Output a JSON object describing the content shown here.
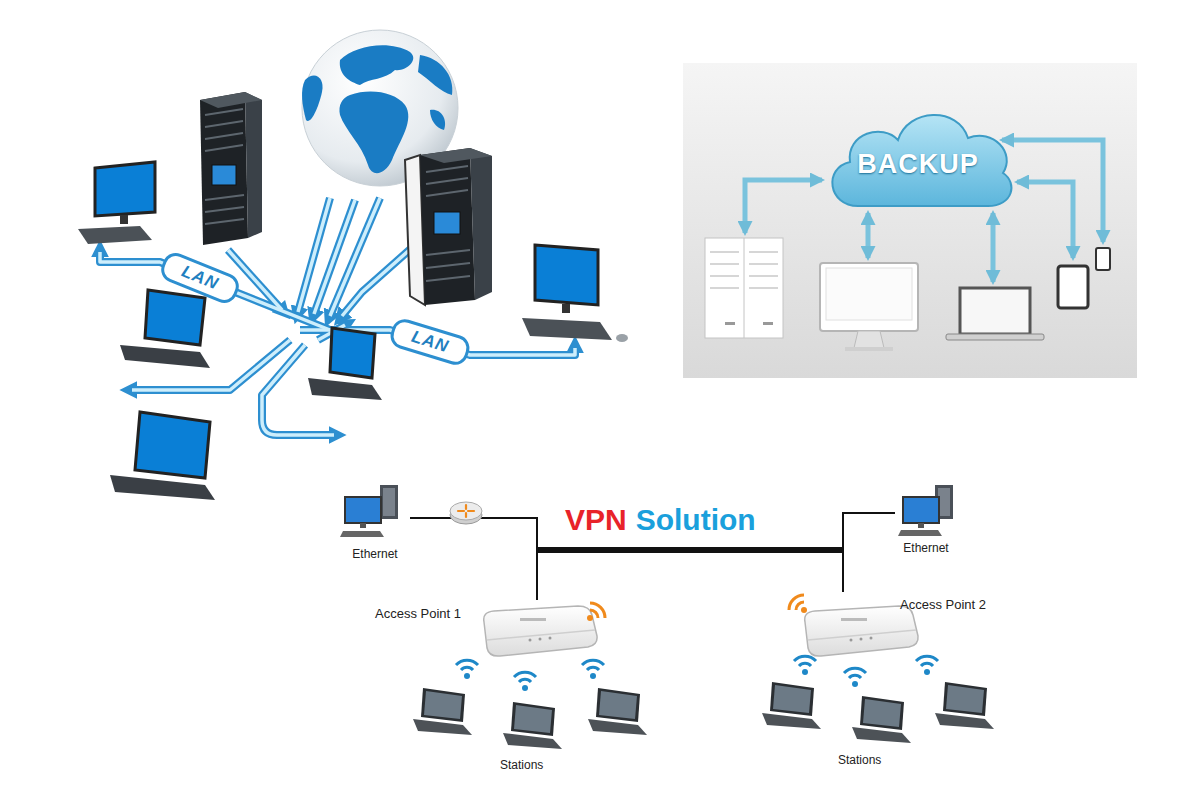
{
  "diagram": {
    "nodes": [
      {
        "text": [
          "LAN"
        ]
      },
      {
        "text": [
          "LAN"
        ]
      },
      {
        "text": [
          "BACKUP"
        ]
      },
      {
        "text": [
          "Ethernet"
        ]
      },
      {
        "text": [
          "Ethernet"
        ]
      },
      {
        "text": [
          "Access Point 1"
        ]
      },
      {
        "text": [
          "Access Point 2"
        ]
      }
    ],
    "edges": [
      {
        "from": 3,
        "to": 5,
        "arrow": "none"
      },
      {
        "from": 5,
        "to": 6,
        "arrow": "none"
      },
      {
        "from": 4,
        "to": 6,
        "arrow": "none"
      }
    ],
    "labels": [
      "VPN",
      "Solution",
      "Stations",
      "Stations"
    ]
  }
}
